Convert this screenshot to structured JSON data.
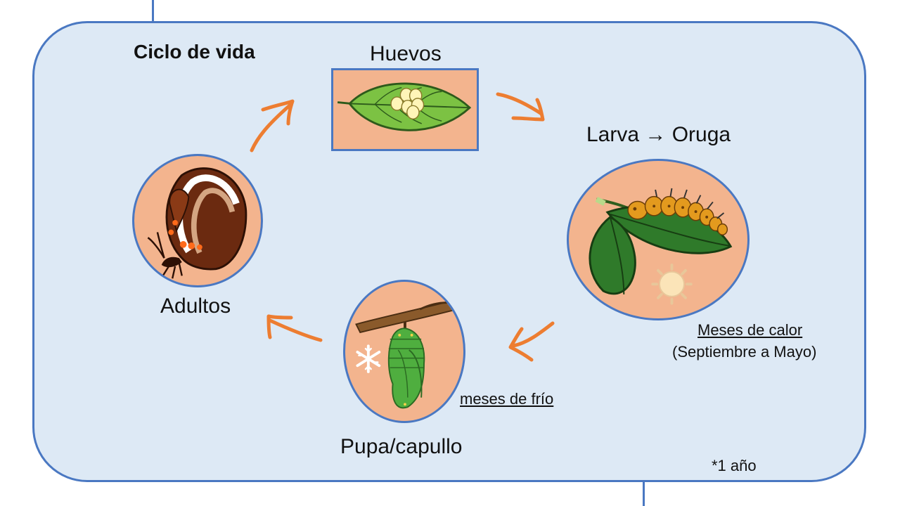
{
  "title": "Ciclo de vida",
  "stages": {
    "eggs": "Huevos",
    "larva": "Larva → Oruga",
    "pupa": "Pupa/capullo",
    "adults": "Adultos"
  },
  "notes": {
    "warm_months": "Meses de calor",
    "warm_period": "(Septiembre a  Mayo)",
    "cold_months": "meses de frío",
    "duration": "*1 año"
  },
  "icons": {
    "eggs": "leaf-with-eggs-icon",
    "larva": "caterpillar-icon",
    "pupa": "chrysalis-icon",
    "adults": "butterfly-icon",
    "warm": "sun-icon",
    "cold": "snowflake-icon",
    "arrows": "orange-arrow-icon"
  },
  "colors": {
    "panel": "#dde9f5",
    "border": "#4a78c2",
    "stage_background": "#f3b48e",
    "arrow": "#ed7d31"
  }
}
